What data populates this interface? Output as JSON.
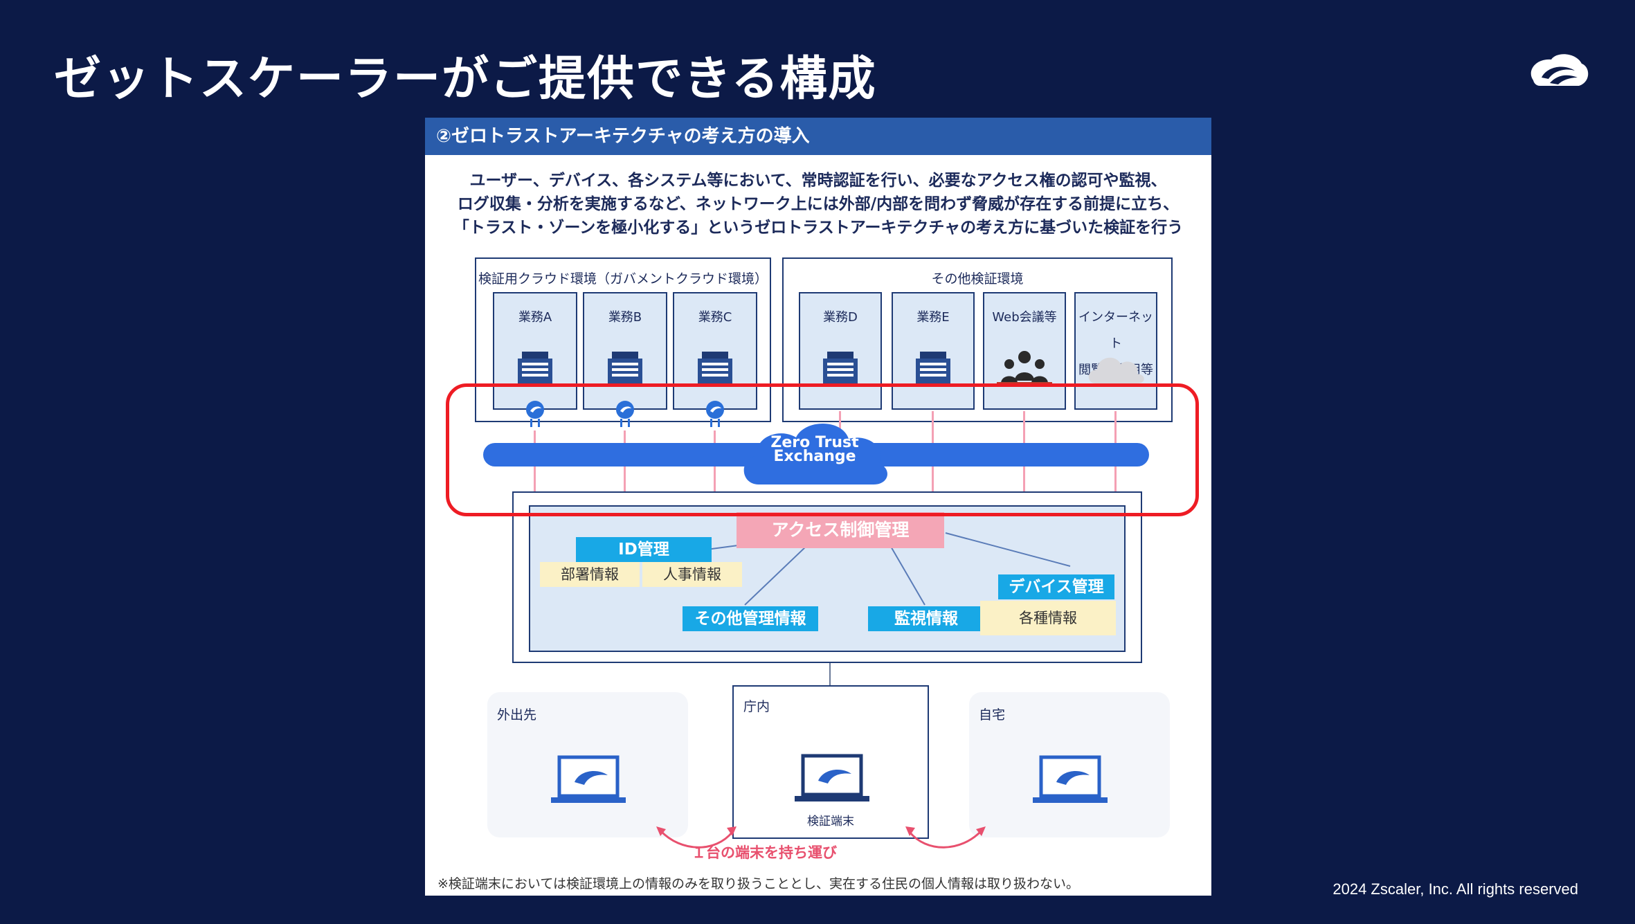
{
  "slide": {
    "title": "ゼットスケーラーがご提供できる構成",
    "copyright": "2024 Zscaler, Inc. All rights reserved"
  },
  "panel": {
    "header": "②ゼロトラストアーキテクチャの考え方の導入",
    "description": [
      "ユーザー、デバイス、各システム等において、常時認証を行い、必要なアクセス権の認可や監視、",
      "ログ収集・分析を実施するなど、ネットワーク上には外部/内部を問わず脅威が存在する前提に立ち、",
      "「トラスト・ゾーンを極小化する」というゼロトラストアーキテクチャの考え方に基づいた検証を行う"
    ],
    "cloud_env": {
      "label": "検証用クラウド環境（ガバメントクラウド環境）",
      "services": [
        "業務A",
        "業務B",
        "業務C"
      ]
    },
    "other_env": {
      "label": "その他検証環境",
      "services": [
        "業務D",
        "業務E",
        "Web会議等",
        "インターネット\n閲覧・利用等"
      ]
    },
    "ztx": {
      "line1": "Zero Trust",
      "line2": "Exchange"
    },
    "mgmt": {
      "access_control": "アクセス制御管理",
      "id_mgmt": "ID管理",
      "dept_info": "部署情報",
      "hr_info": "人事情報",
      "other_info": "その他管理情報",
      "monitor_info": "監視情報",
      "device_mgmt": "デバイス管理",
      "various_info": "各種情報"
    },
    "locations": {
      "outside": "外出先",
      "office": "庁内",
      "home": "自宅",
      "device_caption": "検証端末"
    },
    "carry_note": "１台の端末を持ち運び",
    "footnote": "※検証端末においては検証環境上の情報のみを取り扱うこととし、実在する住民の個人情報は取り扱わない。"
  },
  "colors": {
    "slide_bg": "#0c1a47",
    "panel_header": "#2a5caa",
    "highlight_frame": "#ee1c24",
    "ztx_blue": "#2f6ee0",
    "tag_cyan": "#18a8e6",
    "tag_pink": "#f4a6b6"
  },
  "icons": [
    "zscaler-logo-icon",
    "server-icon",
    "people-icon",
    "cloud-icon",
    "laptop-icon"
  ]
}
